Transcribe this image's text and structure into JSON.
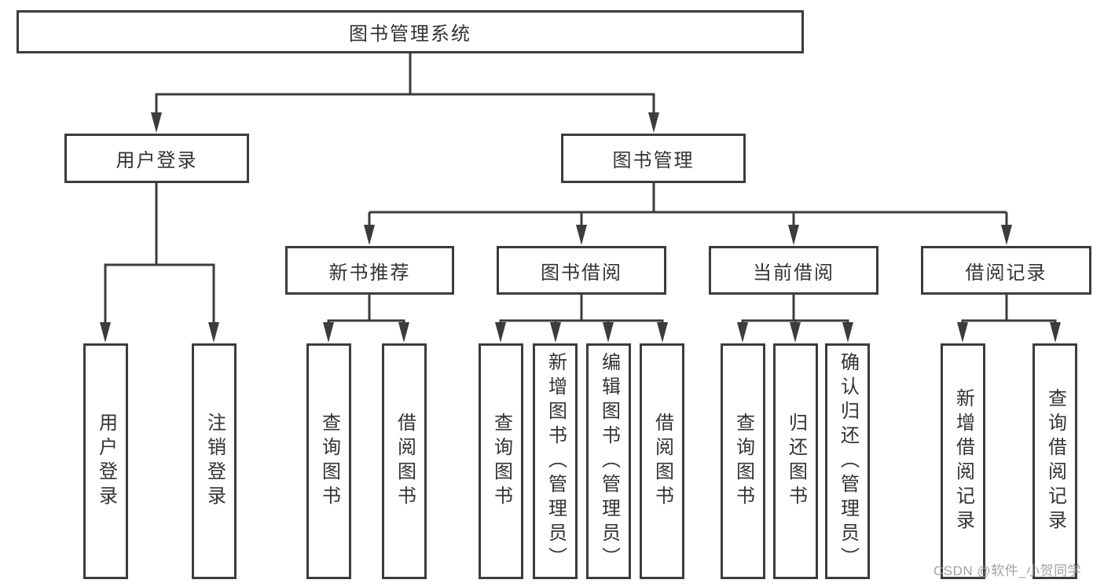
{
  "colors": {
    "line": "#3c3c3c",
    "text": "#333333",
    "watermark": "#979797",
    "background": "#ffffff"
  },
  "nodes": {
    "root": "图书管理系统",
    "user_login": "用户登录",
    "book_mgmt": "图书管理",
    "new_books": "新书推荐",
    "book_borrow": "图书借阅",
    "current_borrow": "当前借阅",
    "borrow_records": "借阅记录",
    "leaf_user_login": "用户登录",
    "leaf_logout": "注销登录",
    "leaf_nb_query": "查询图书",
    "leaf_nb_borrow": "借阅图书",
    "leaf_bb_query": "查询图书",
    "leaf_bb_add": "新增图书（管理员）",
    "leaf_bb_edit": "编辑图书（管理员）",
    "leaf_bb_borrow": "借阅图书",
    "leaf_cb_query": "查询图书",
    "leaf_cb_return": "归还图书",
    "leaf_cb_confirm": "确认归还（管理员）",
    "leaf_br_add": "新增借阅记录",
    "leaf_br_query": "查询借阅记录"
  },
  "watermark": {
    "text": "CSDN @软件_小贺同学"
  }
}
